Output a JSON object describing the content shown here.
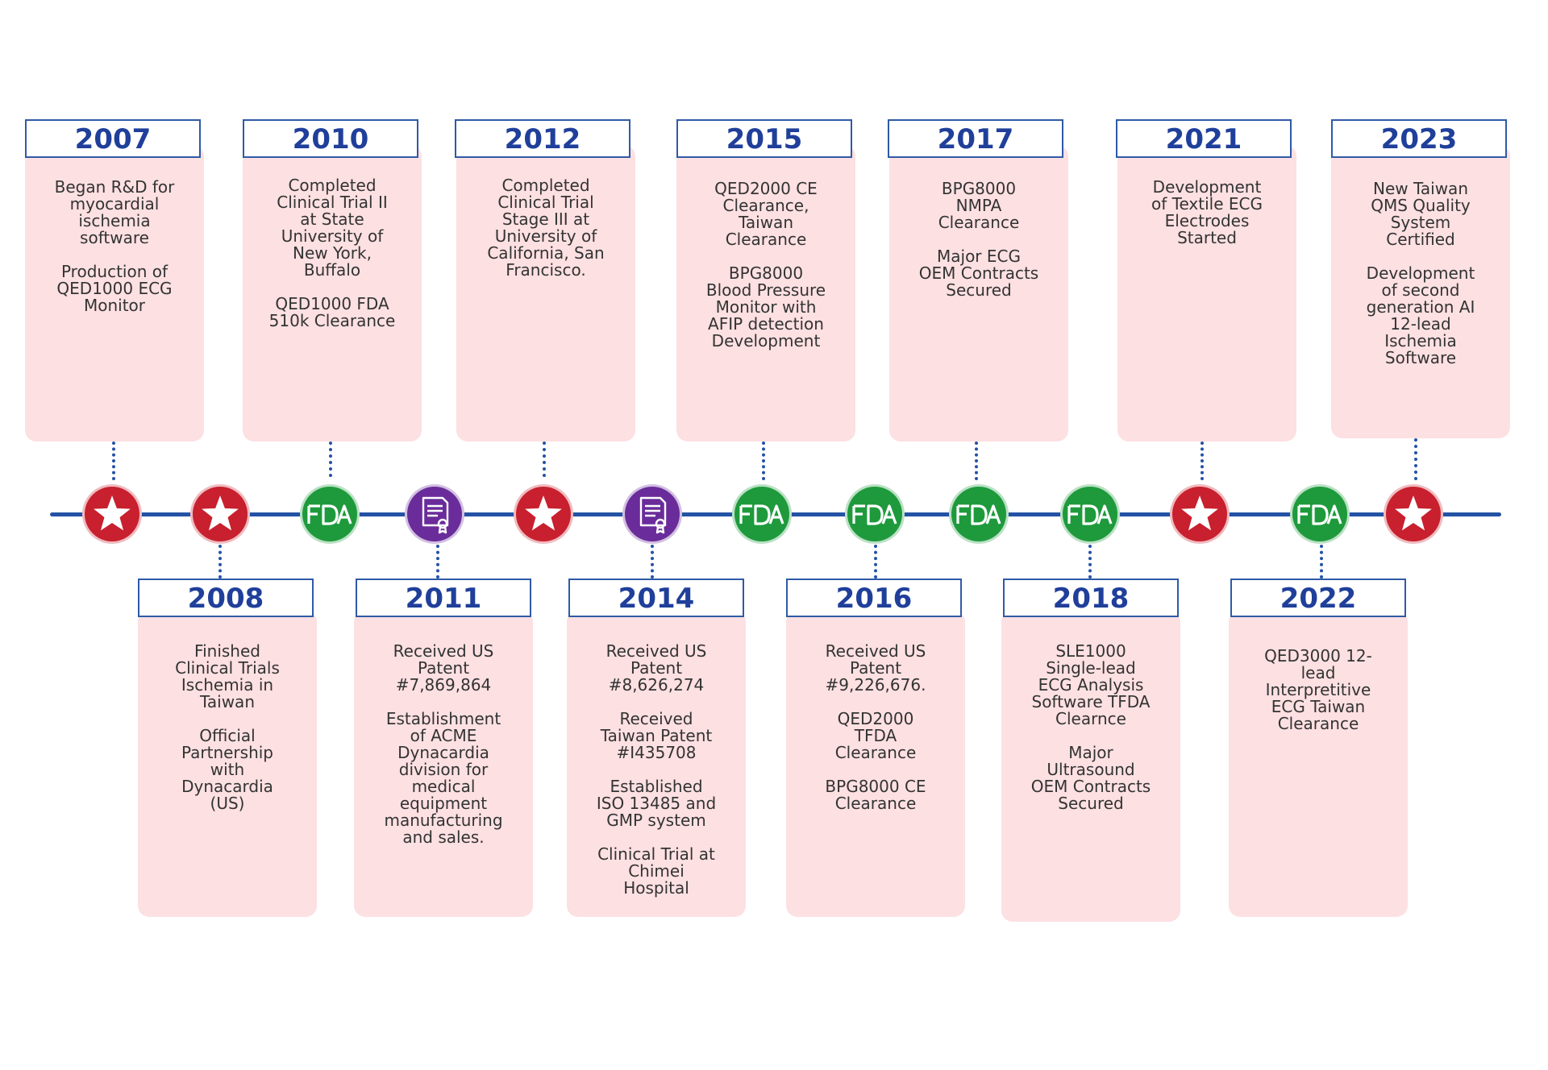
{
  "colors": {
    "axis": "#2452a4",
    "card_fill": "#fde0e2",
    "year_text": "#1f3f9a",
    "star_marker": "#c8202e",
    "fda_marker": "#1e9a3c",
    "patent_marker": "#6a2c9a"
  },
  "events": [
    {
      "year": "2007",
      "position": "top",
      "marker": "star-icon",
      "text": "Began R&D for\nmyocardial\nischemia\nsoftware\n\nProduction of\nQED1000 ECG\nMonitor"
    },
    {
      "year": "2008",
      "position": "bottom",
      "marker": "star-icon",
      "text": "Finished\nClinical Trials\nIschemia in\nTaiwan\n\nOfficial\nPartnership\nwith\nDynacardia\n(US)"
    },
    {
      "year": "2010",
      "position": "top",
      "marker": "fda-icon",
      "text": "Completed\nClinical Trial II\nat State\nUniversity of\nNew York,\nBuffalo\n\nQED1000 FDA\n510k Clearance"
    },
    {
      "year": "2011",
      "position": "bottom",
      "marker": "patent-certificate-icon",
      "text": "Received US\nPatent\n#7,869,864\n\nEstablishment\nof ACME\nDynacardia\ndivision for\nmedical\nequipment\nmanufacturing\nand sales."
    },
    {
      "year": "2012",
      "position": "top",
      "marker": "star-icon",
      "text": "Completed\nClinical Trial\nStage III at\nUniversity of\nCalifornia, San\nFrancisco."
    },
    {
      "year": "2014",
      "position": "bottom",
      "marker": "patent-certificate-icon",
      "text": "Received US\nPatent\n#8,626,274\n\nReceived\nTaiwan Patent\n#I435708\n\nEstablished\nISO 13485 and\nGMP system\n\nClinical Trial at\nChimei\nHospital"
    },
    {
      "year": "2015",
      "position": "top",
      "marker": "fda-icon",
      "text": "QED2000 CE\nClearance,\nTaiwan\nClearance\n\nBPG8000\nBlood Pressure\nMonitor with\nAFIP detection\nDevelopment"
    },
    {
      "year": "2016",
      "position": "bottom",
      "marker": "fda-icon",
      "text": "Received US\nPatent\n#9,226,676.\n\nQED2000\nTFDA\nClearance\n\nBPG8000 CE\nClearance"
    },
    {
      "year": "2017",
      "position": "top",
      "marker": "fda-icon",
      "text": "BPG8000\nNMPA\nClearance\n\nMajor ECG\nOEM Contracts\nSecured"
    },
    {
      "year": "2018",
      "position": "bottom",
      "marker": "fda-icon",
      "text": "SLE1000\nSingle-lead\nECG Analysis\nSoftware TFDA\nClearnce\n\nMajor\nUltrasound\nOEM Contracts\nSecured"
    },
    {
      "year": "2021",
      "position": "top",
      "marker": "star-icon",
      "text": "Development\nof Textile ECG\nElectrodes\nStarted"
    },
    {
      "year": "2022",
      "position": "bottom",
      "marker": "fda-icon",
      "text": "QED3000 12-\nlead\nInterpretitive\nECG Taiwan\nClearance"
    },
    {
      "year": "2023",
      "position": "top",
      "marker": "star-icon",
      "text": "New Taiwan\nQMS Quality\nSystem\nCertified\n\nDevelopment\nof second\ngeneration AI\n12-lead\nIschemia\nSoftware"
    }
  ]
}
